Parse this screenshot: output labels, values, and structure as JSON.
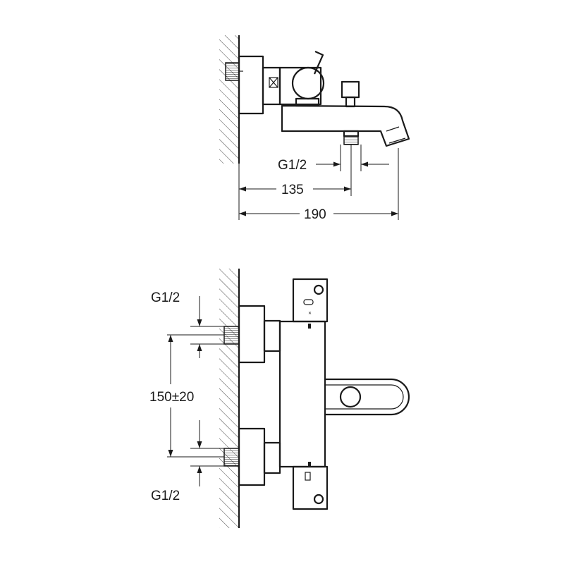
{
  "side_view": {
    "dim_thread": "G1/2",
    "dim_outlet": "135",
    "dim_overall": "190"
  },
  "front_view": {
    "dim_thread_top": "G1/2",
    "dim_centers": "150±20",
    "dim_thread_bottom": "G1/2"
  },
  "colors": {
    "line": "#1a1a1a",
    "background": "#ffffff"
  }
}
